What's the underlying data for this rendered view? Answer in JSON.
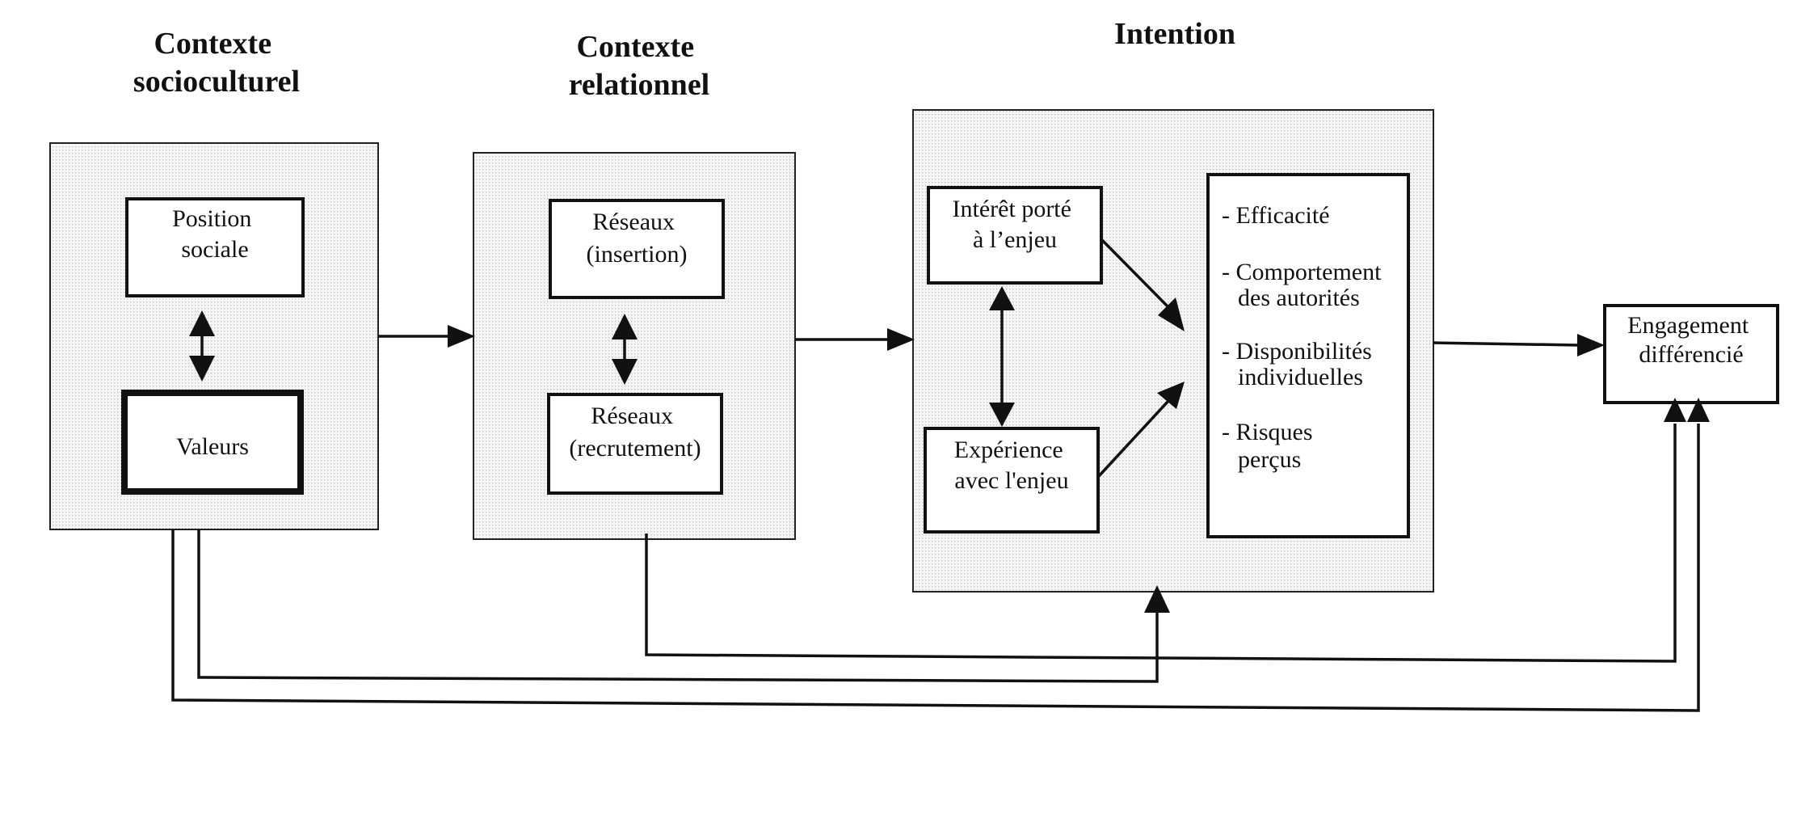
{
  "headings": {
    "sociocultural": [
      "Contexte",
      "socioculturel"
    ],
    "relationnel": [
      "Contexte",
      "relationnel"
    ],
    "intention": [
      "Intention"
    ]
  },
  "boxes": {
    "position_sociale": [
      "Position",
      "sociale"
    ],
    "valeurs": [
      "Valeurs"
    ],
    "reseaux_insertion": [
      "Réseaux",
      "(insertion)"
    ],
    "reseaux_recrutement": [
      "Réseaux",
      "(recrutement)"
    ],
    "interet": [
      "Intérêt porté",
      "à l’enjeu"
    ],
    "experience": [
      "Expérience",
      "avec l'enjeu"
    ],
    "engagement": [
      "Engagement",
      "différencié"
    ]
  },
  "factors": [
    [
      "- Efficacité"
    ],
    [
      "- Comportement",
      "des autorités"
    ],
    [
      "-  Disponibilités",
      "individuelles"
    ],
    [
      "-  Risques",
      "perçus"
    ]
  ]
}
